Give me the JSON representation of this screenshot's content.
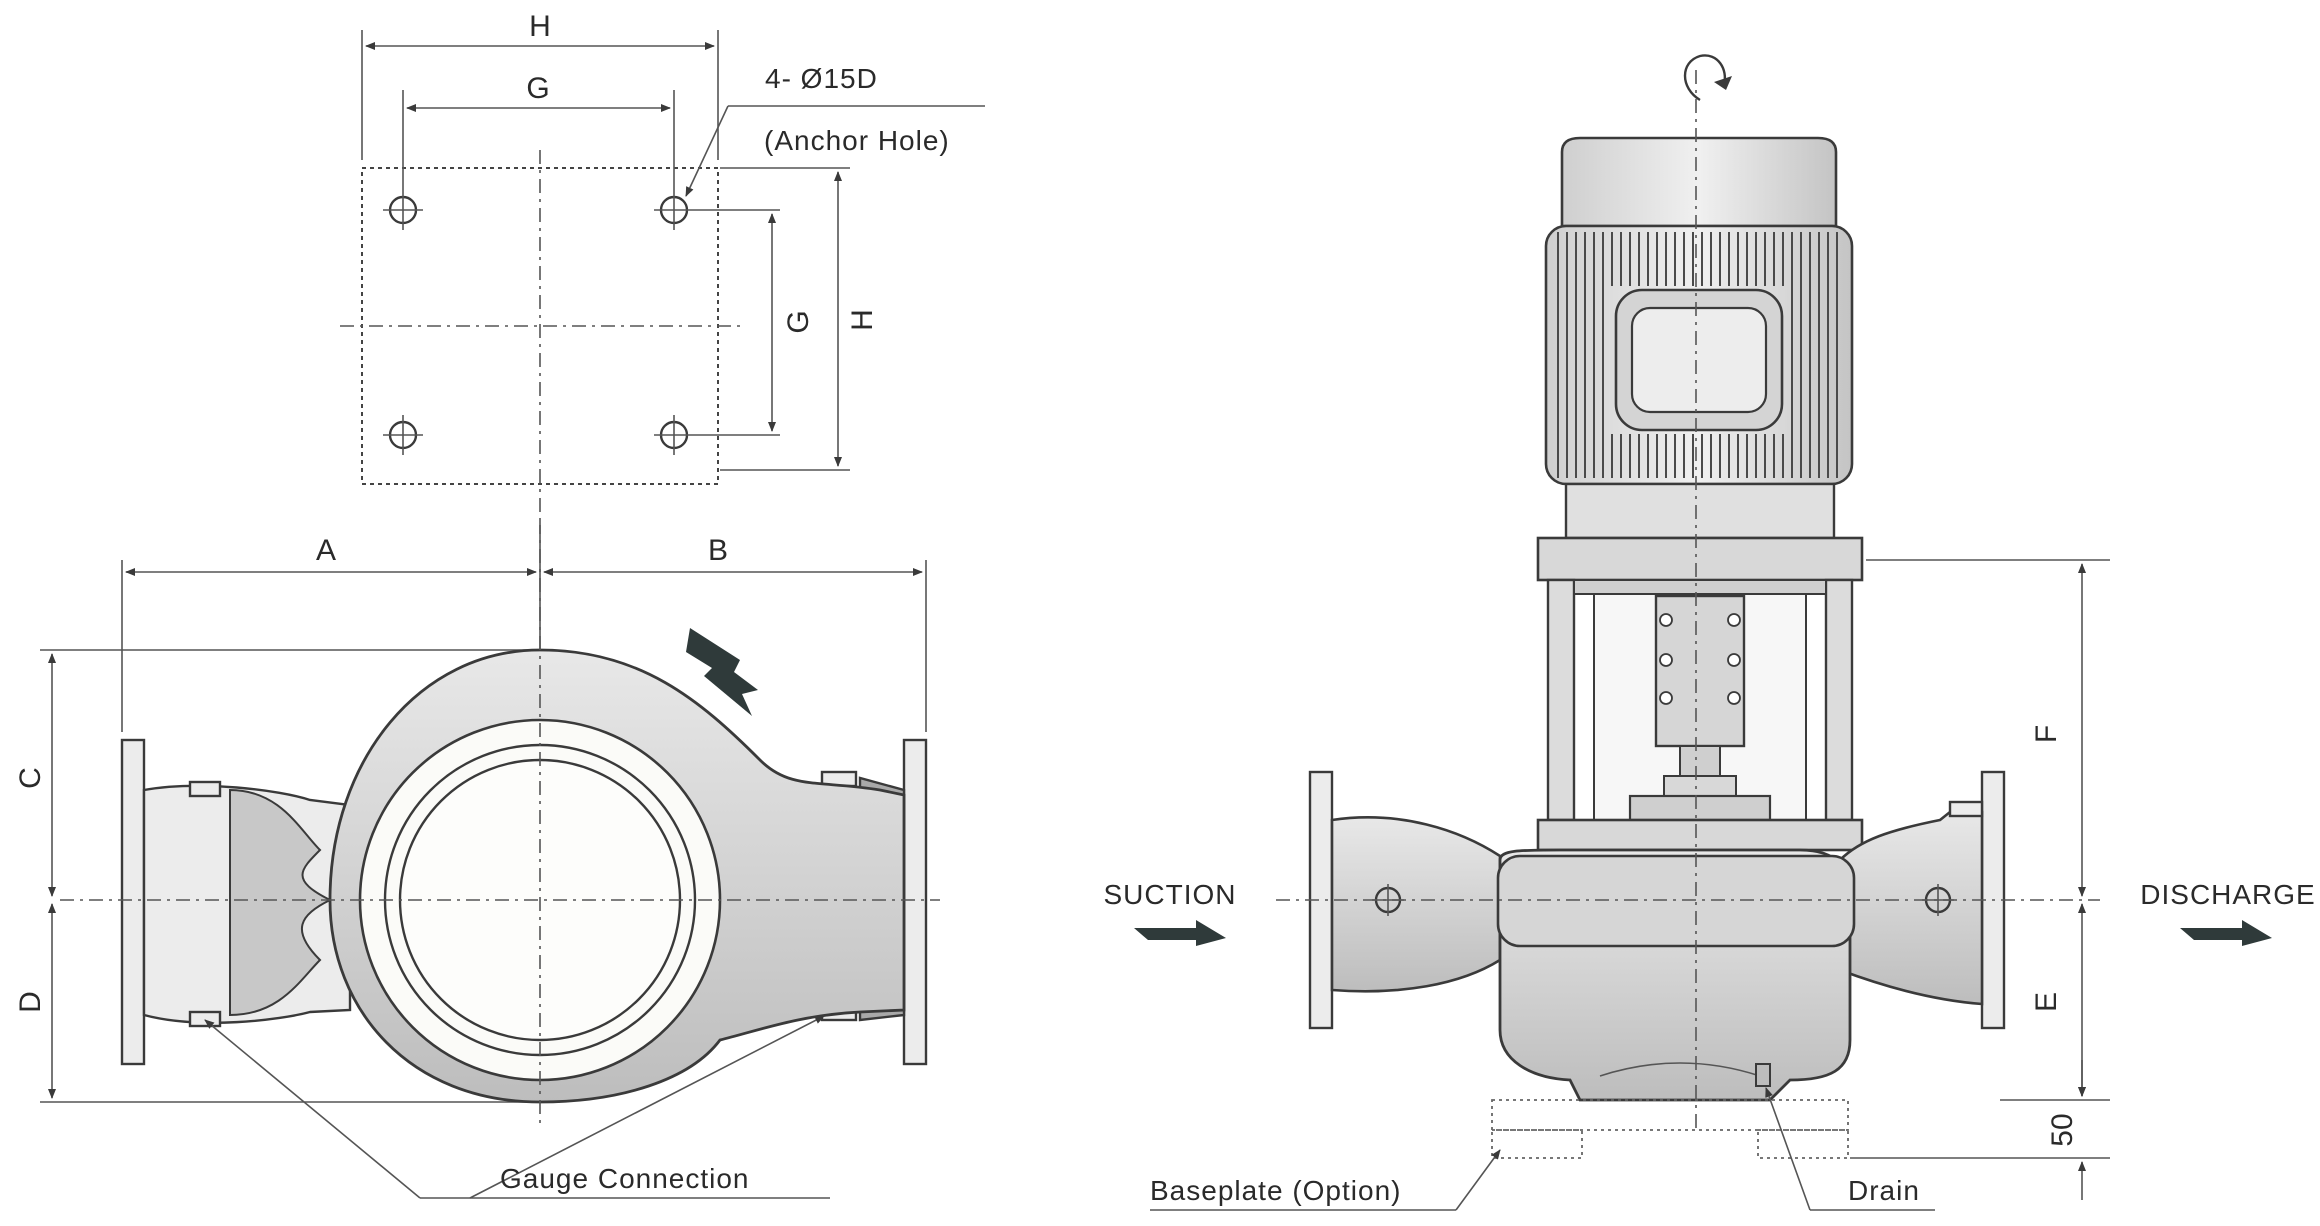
{
  "plan_view": {
    "dim_h_top": "H",
    "dim_g_top": "G",
    "dim_g_side": "G",
    "dim_h_side": "H",
    "anchor_count": "4- Ø15D",
    "anchor_label": "(Anchor Hole)"
  },
  "front_view": {
    "dim_a": "A",
    "dim_b": "B",
    "dim_c": "C",
    "dim_d": "D",
    "gauge_label": "Gauge Connection"
  },
  "side_view": {
    "suction_label": "SUCTION",
    "discharge_label": "DISCHARGE",
    "dim_f": "F",
    "dim_e": "E",
    "dim_50": "50",
    "baseplate_label": "Baseplate (Option)",
    "drain_label": "Drain"
  },
  "colors": {
    "line": "#3a3a3a",
    "casing": "#d2d2d2",
    "flow_arrow": "#2f3a3a"
  }
}
